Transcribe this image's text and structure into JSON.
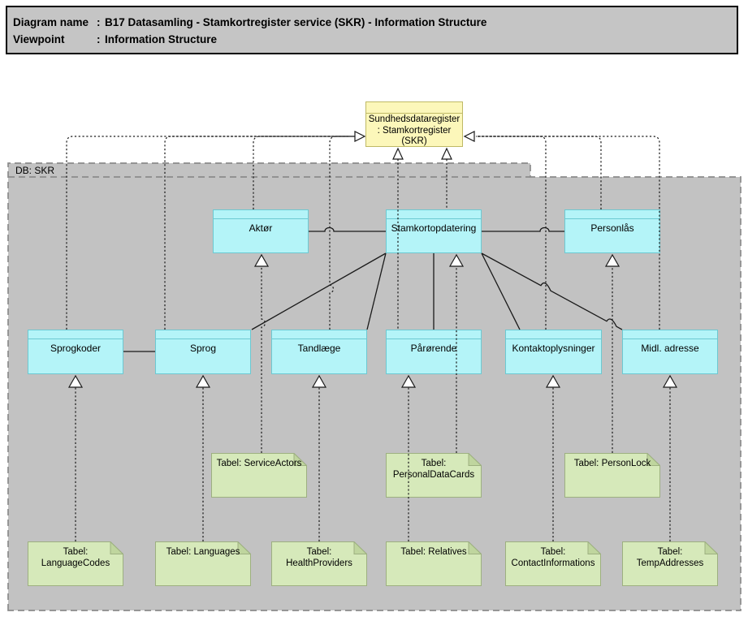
{
  "header": {
    "rows": [
      {
        "label": "Diagram name",
        "sep": ":",
        "value": "B17 Datasamling - Stamkortregister service (SKR) - Information Structure"
      },
      {
        "label": "Viewpoint",
        "sep": ":",
        "value": "Information Structure"
      }
    ]
  },
  "diagram": {
    "external_object": {
      "label": "Sundhedsdataregister: Stamkortregister (SKR)"
    },
    "group": {
      "label": "DB: SKR"
    },
    "objects": {
      "aktor": {
        "label": "Aktør"
      },
      "stamkortopdatering": {
        "label": "Stamkortopdatering"
      },
      "personlas": {
        "label": "Personlås"
      },
      "sprogkoder": {
        "label": "Sprogkoder"
      },
      "sprog": {
        "label": "Sprog"
      },
      "tandlaege": {
        "label": "Tandlæge"
      },
      "parorende": {
        "label": "Pårørende"
      },
      "kontaktoplysninger": {
        "label": "Kontaktoplysninger"
      },
      "midl_adresse": {
        "label": "Midl. adresse"
      }
    },
    "tables": {
      "service_actors": {
        "label": "Tabel: ServiceActors"
      },
      "personal_data_cards": {
        "label": "Tabel: PersonalDataCards"
      },
      "person_lock": {
        "label": "Tabel: PersonLock"
      },
      "language_codes": {
        "label": "Tabel: LanguageCodes"
      },
      "languages": {
        "label": "Tabel: Languages"
      },
      "health_providers": {
        "label": "Tabel: HealthProviders"
      },
      "relatives": {
        "label": "Tabel: Relatives"
      },
      "contact_informations": {
        "label": "Tabel: ContactInformations"
      },
      "temp_addresses": {
        "label": "Tabel: TempAddresses"
      }
    },
    "relations": {
      "realizations_to_external": [
        "Sprogkoder",
        "Sprog",
        "Aktør",
        "Tandlæge",
        "Pårørende",
        "Stamkortopdatering",
        "Kontaktoplysninger",
        "Personlås",
        "Midl. adresse"
      ],
      "table_realizations": [
        {
          "from": "Tabel: ServiceActors",
          "to": "Aktør"
        },
        {
          "from": "Tabel: PersonalDataCards",
          "to": "Stamkortopdatering"
        },
        {
          "from": "Tabel: PersonLock",
          "to": "Personlås"
        },
        {
          "from": "Tabel: LanguageCodes",
          "to": "Sprogkoder"
        },
        {
          "from": "Tabel: Languages",
          "to": "Sprog"
        },
        {
          "from": "Tabel: HealthProviders",
          "to": "Tandlæge"
        },
        {
          "from": "Tabel: Relatives",
          "to": "Pårørende"
        },
        {
          "from": "Tabel: ContactInformations",
          "to": "Kontaktoplysninger"
        },
        {
          "from": "Tabel: TempAddresses",
          "to": "Midl. adresse"
        }
      ],
      "associations": [
        {
          "from": "Aktør",
          "to": "Stamkortopdatering"
        },
        {
          "from": "Stamkortopdatering",
          "to": "Personlås"
        },
        {
          "from": "Sprogkoder",
          "to": "Sprog"
        },
        {
          "from": "Stamkortopdatering",
          "to": "Sprog"
        },
        {
          "from": "Stamkortopdatering",
          "to": "Tandlæge"
        },
        {
          "from": "Stamkortopdatering",
          "to": "Pårørende"
        },
        {
          "from": "Stamkortopdatering",
          "to": "Kontaktoplysninger"
        },
        {
          "from": "Stamkortopdatering",
          "to": "Midl. adresse"
        }
      ]
    }
  },
  "colors": {
    "header_fill": "#c5c5c5",
    "group_fill": "#c2c2c2",
    "group_border": "#8b8b8b",
    "object_fill": "#b4f4f8",
    "object_border": "#6cc9d2",
    "external_fill": "#fcf7ba",
    "external_border": "#bfb966",
    "table_fill": "#d6e9ba",
    "table_fold": "#bfd59e",
    "table_border": "#9db080"
  }
}
